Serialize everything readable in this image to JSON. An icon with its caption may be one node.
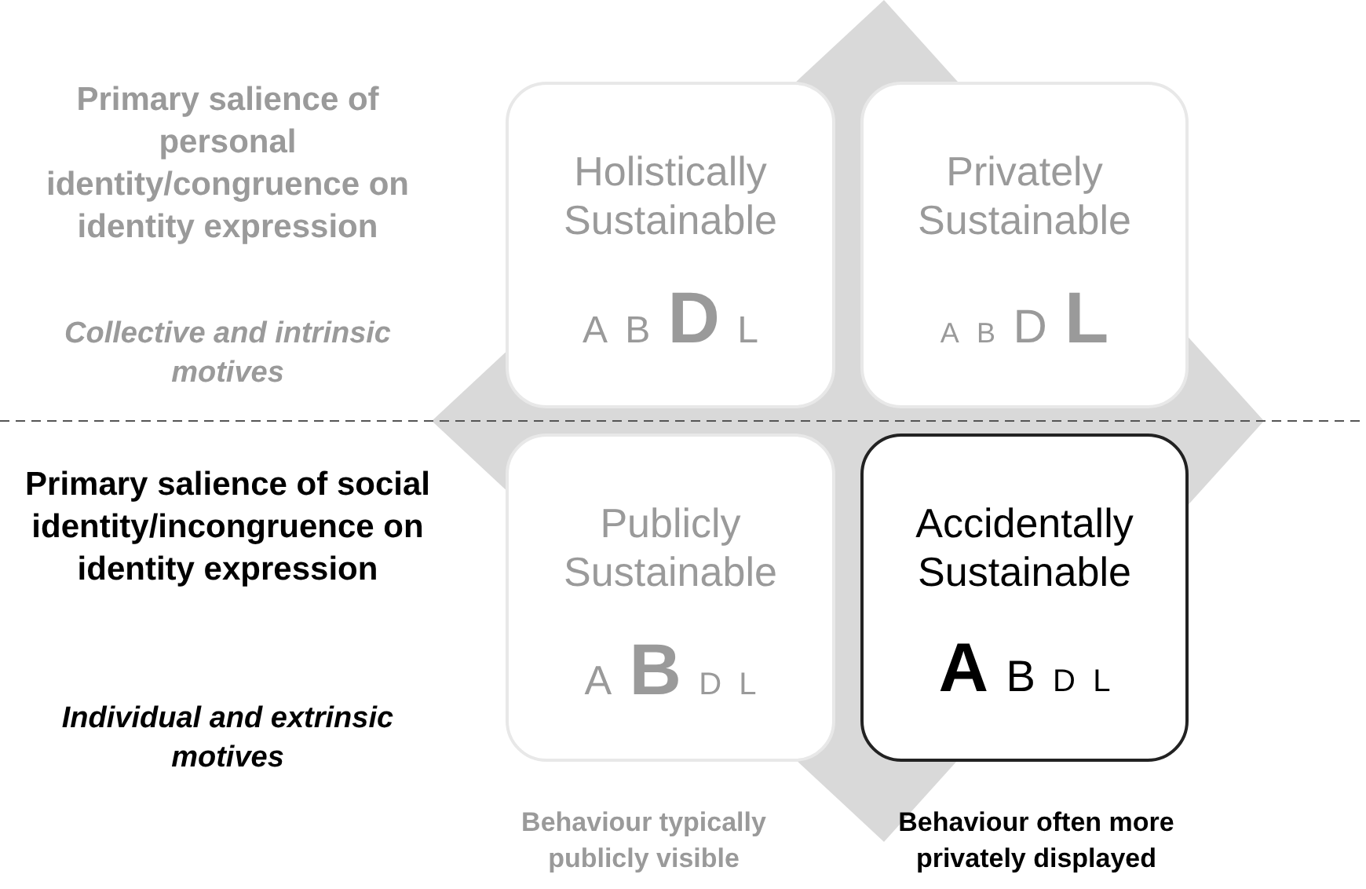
{
  "diagram": {
    "nodes": [
      {
        "text": [
          "Holistically Sustainable",
          "A B **D** L"
        ]
      },
      {
        "text": [
          "Privately Sustainable",
          "A B D **L**"
        ]
      },
      {
        "text": [
          "Publicly Sustainable",
          "A **B** D L"
        ]
      },
      {
        "text": [
          "Accidentally Sustainable",
          "**A** B D L"
        ]
      }
    ],
    "labels": [
      "Primary salience of personal identity/congruence on identity expression",
      "Collective and intrinsic motives",
      "Primary salience of social identity/incongruence on identity expression",
      "Individual and extrinsic motives",
      "Behaviour typically publicly visible",
      "Behaviour often more privately displayed"
    ]
  }
}
